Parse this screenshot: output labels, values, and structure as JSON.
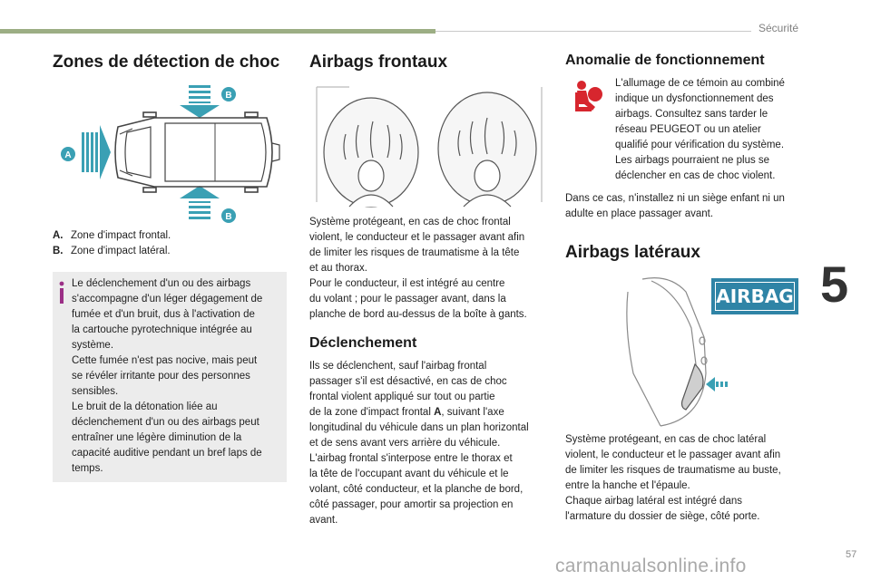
{
  "header": {
    "section": "Sécurité",
    "chapter": "5",
    "page": "57"
  },
  "watermark": "carmanualsonline.info",
  "col1": {
    "title": "Zones de détection de choc",
    "figure": {
      "label_a": "A",
      "label_b1": "B",
      "label_b2": "B"
    },
    "legend": [
      {
        "key": "A.",
        "text": "Zone d'impact frontal."
      },
      {
        "key": "B.",
        "text": "Zone d'impact latéral."
      }
    ],
    "info_lines": [
      "Le déclenchement d'un ou des airbags",
      "s'accompagne d'un léger dégagement de",
      "fumée et d'un bruit, dus à l'activation de",
      "la cartouche pyrotechnique intégrée au",
      "système.",
      "Cette fumée n'est pas nocive, mais peut",
      "se révéler irritante pour des personnes",
      "sensibles.",
      "Le bruit de la détonation liée au",
      "déclenchement d'un ou des airbags peut",
      "entraîner une légère diminution de la",
      "capacité auditive pendant un bref laps de",
      "temps."
    ]
  },
  "col2": {
    "title": "Airbags frontaux",
    "intro_lines": [
      "Système protégeant, en cas de choc frontal",
      "violent, le conducteur et le passager avant afin",
      "de limiter les risques de traumatisme à la tête",
      "et au thorax.",
      "Pour le conducteur, il est intégré au centre",
      "du volant ; pour le passager avant, dans la",
      "planche de bord au-dessus de la boîte à gants."
    ],
    "subtitle": "Déclenchement",
    "trigger_lines": [
      "Ils se déclenchent, sauf l'airbag frontal",
      "passager s'il est désactivé, en cas de choc",
      "frontal violent appliqué sur tout ou partie"
    ],
    "trigger_zone_pre": "de la zone d'impact frontal ",
    "trigger_zone_key": "A",
    "trigger_zone_post": ", suivant l'axe",
    "trigger_lines2": [
      "longitudinal du véhicule dans un plan horizontal",
      "et de sens avant vers arrière du véhicule.",
      "L'airbag frontal s'interpose entre le thorax et",
      "la tête de l'occupant avant du véhicule et le",
      "volant, côté conducteur, et la planche de bord,",
      "côté passager, pour amortir sa projection en",
      "avant."
    ]
  },
  "col3": {
    "title": "Anomalie de fonctionnement",
    "warning_lines": [
      "L'allumage de ce témoin au combiné",
      "indique un dysfonctionnement des",
      "airbags. Consultez sans tarder le",
      "réseau PEUGEOT ou un atelier",
      "qualifié pour vérification du système.",
      "Les airbags pourraient ne plus se",
      "déclencher en cas de choc violent."
    ],
    "child_seat_lines": [
      "Dans ce cas, n'installez ni un siège enfant ni un",
      "adulte en place passager avant."
    ],
    "lateral_title": "Airbags latéraux",
    "airbag_label": "AIRBAG",
    "lateral_lines": [
      "Système protégeant, en cas de choc latéral",
      "violent, le conducteur et le passager avant afin",
      "de limiter les risques de traumatisme au buste,",
      "entre la hanche et l'épaule.",
      "Chaque airbag latéral est intégré dans",
      "l'armature du dossier de siège, côté porte."
    ]
  },
  "colors": {
    "accent_green": "#9cae84",
    "arrow_blue": "#3aa0b4",
    "warning_red": "#d7262e",
    "airbag_blue": "#2f84a6"
  }
}
